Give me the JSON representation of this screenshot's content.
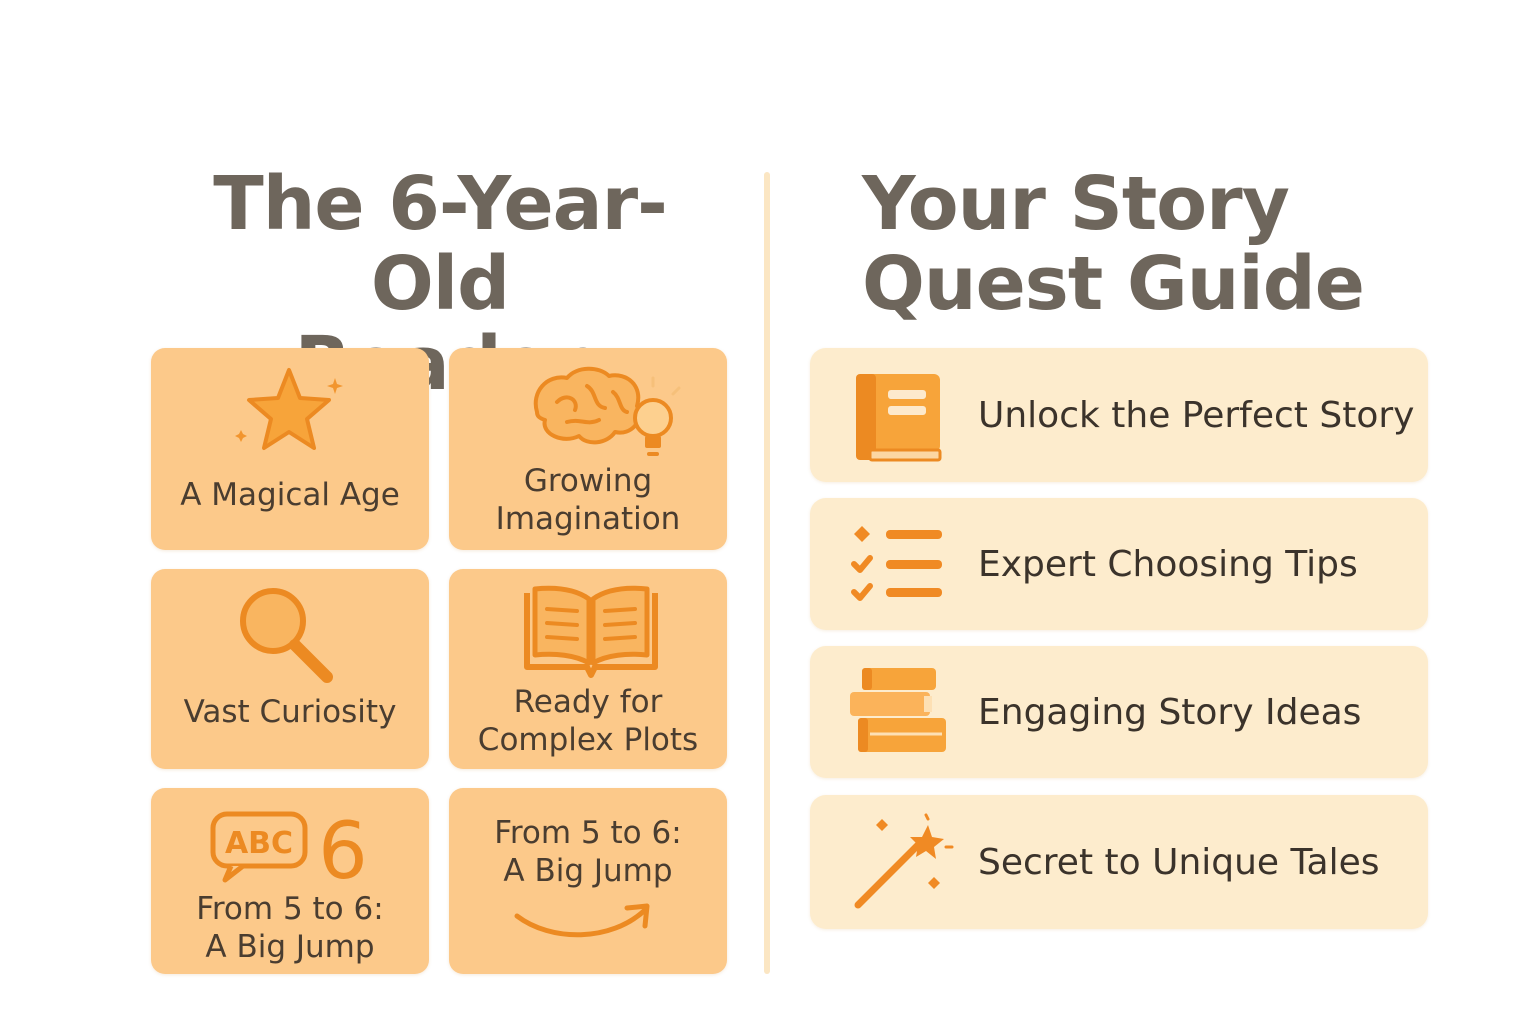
{
  "left_panel": {
    "title_line1": "The 6-Year-Old",
    "title_line2": "Reader",
    "tiles": [
      {
        "line1": "A Magical Age",
        "icon": "star-icon"
      },
      {
        "line1": "Growing",
        "line2": "Imagination",
        "icon": "brain-lightbulb-icon"
      },
      {
        "line1": "Vast Curiosity",
        "icon": "magnifying-glass-icon"
      },
      {
        "line1": "Ready for",
        "line2": "Complex Plots",
        "icon": "open-book-icon"
      },
      {
        "line1": "From 5 to 6:",
        "line2": "A Big Jump",
        "icon": "abc-six-icon",
        "icon_text": "ABC",
        "icon_number": "6"
      },
      {
        "line1": "From 5 to 6:",
        "line2": "A Big Jump",
        "icon": "curved-arrow-icon"
      }
    ]
  },
  "right_panel": {
    "title_line1": "Your Story",
    "title_line2": "Quest Guide",
    "cards": [
      {
        "label": "Unlock the Perfect Story",
        "icon": "book-icon"
      },
      {
        "label": "Expert Choosing Tips",
        "icon": "checklist-icon"
      },
      {
        "label": "Engaging Story Ideas",
        "icon": "book-stack-icon"
      },
      {
        "label": "Secret to Unique Tales",
        "icon": "magic-wand-icon"
      }
    ]
  },
  "colors": {
    "tile_bg": "#fcc98a",
    "card_bg": "#fdeccd",
    "accent": "#f08a24",
    "title": "#6e665c",
    "divider": "#fbe6c3"
  }
}
